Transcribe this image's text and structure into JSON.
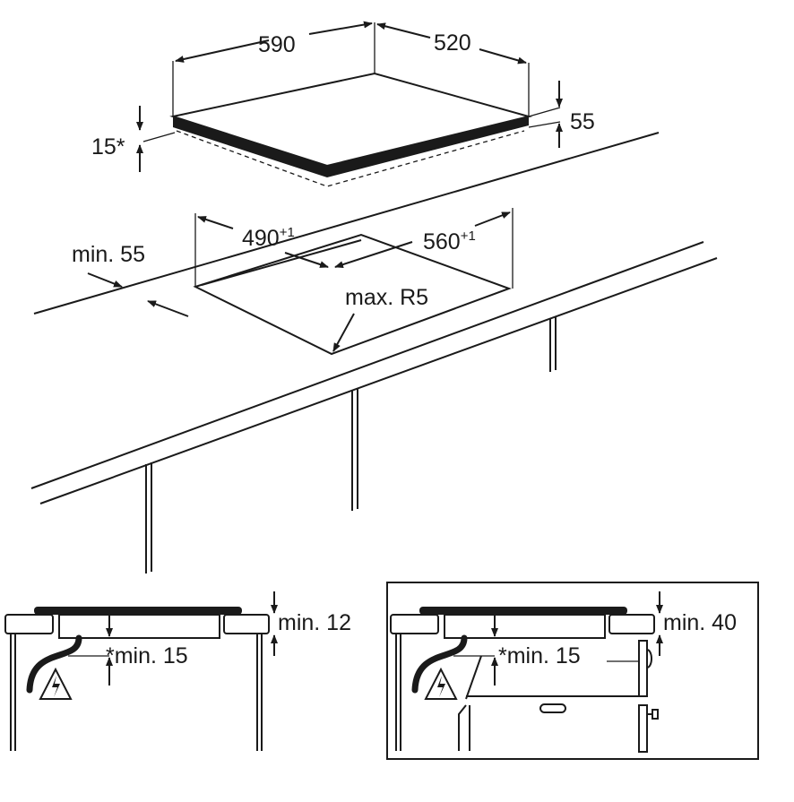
{
  "top_view": {
    "hob_width": "590",
    "hob_depth": "520",
    "hob_height": "55",
    "seal_note": "15*"
  },
  "cutout": {
    "width": "490",
    "width_tolerance": "+1",
    "depth": "560",
    "depth_tolerance": "+1",
    "min_front_distance": "min. 55",
    "corner_radius": "max. R5"
  },
  "section_left": {
    "clearance_top": "min. 12",
    "clearance_below": "*min. 15"
  },
  "section_right": {
    "clearance_top": "min. 40",
    "clearance_below": "*min. 15"
  },
  "colors": {
    "line": "#1a1a1a",
    "background": "#ffffff"
  }
}
